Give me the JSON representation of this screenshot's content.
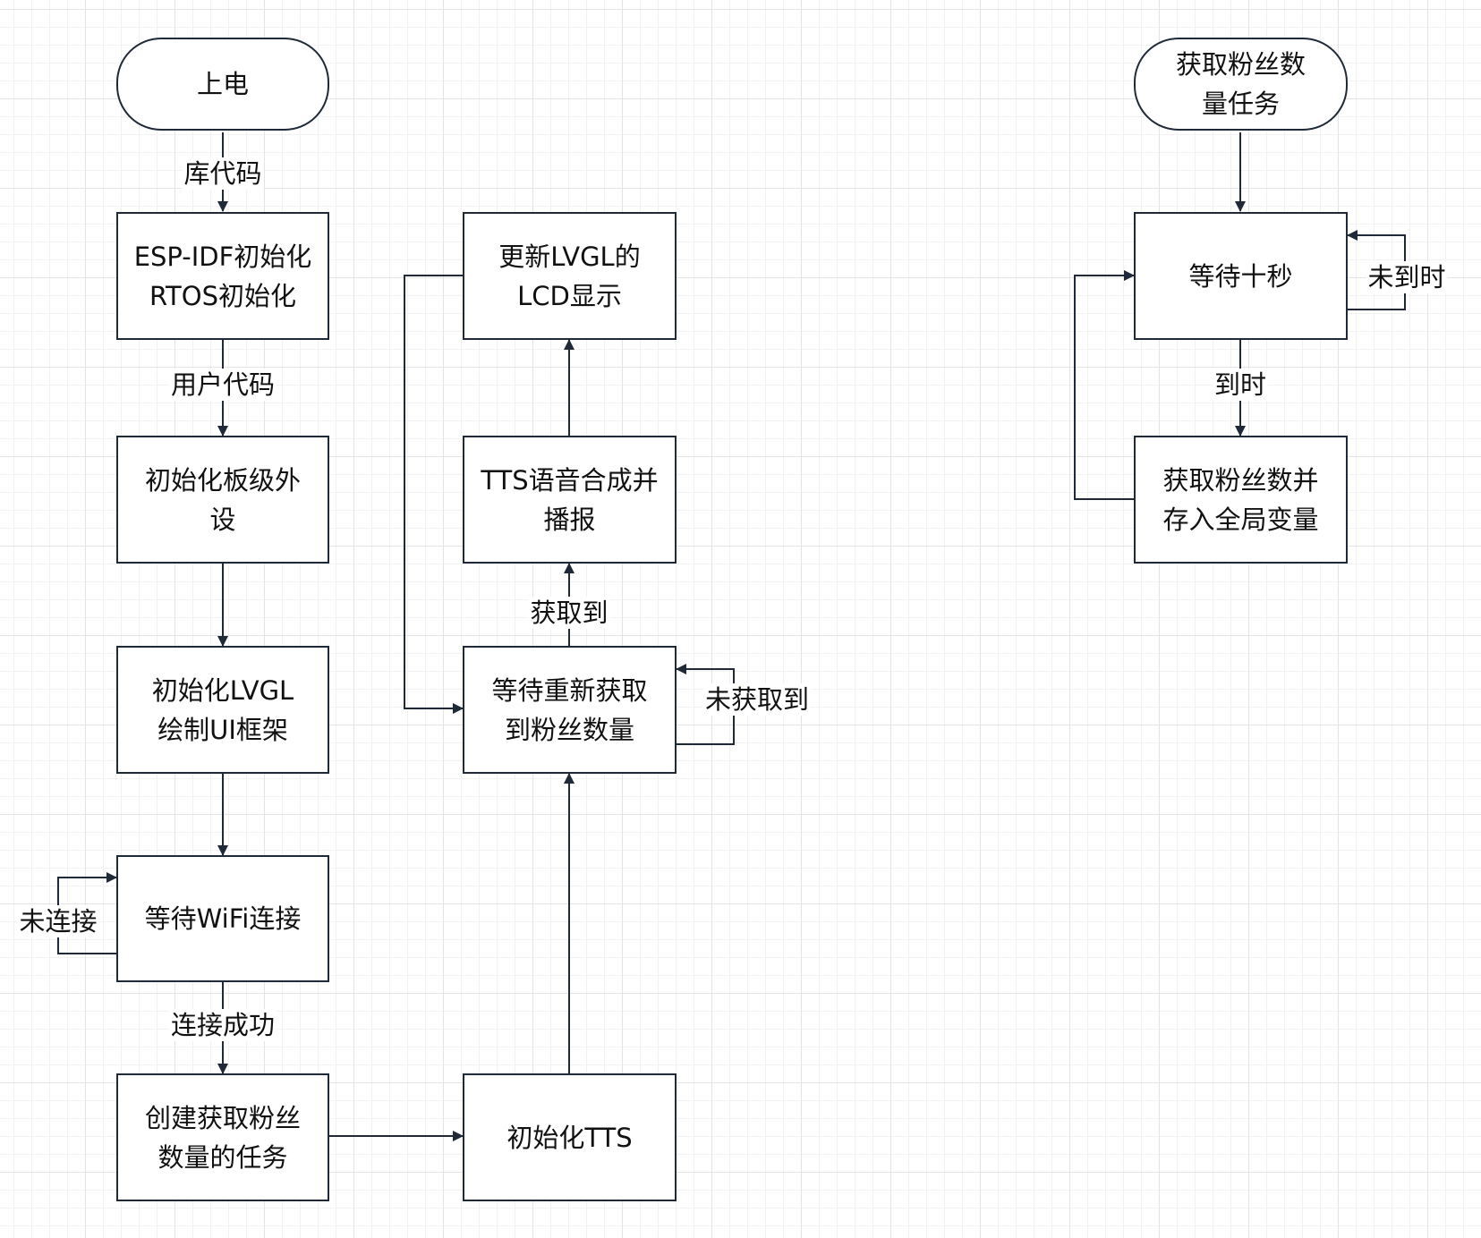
{
  "nodes": {
    "power_on": "上电",
    "esp_init": "ESP-IDF初始化\nRTOS初始化",
    "board_init": "初始化板级外\n设",
    "lvgl_init": "初始化LVGL\n绘制UI框架",
    "wait_wifi": "等待WiFi连接",
    "create_task": "创建获取粉丝\n数量的任务",
    "tts_init": "初始化TTS",
    "wait_fans": "等待重新获取\n到粉丝数量",
    "tts_play": "TTS语音合成并\n播报",
    "update_lcd": "更新LVGL的\nLCD显示",
    "task_start": "获取粉丝数\n量任务",
    "wait_10s": "等待十秒",
    "fetch_store": "获取粉丝数并\n存入全局变量"
  },
  "edge_labels": {
    "lib_code": "库代码",
    "user_code": "用户代码",
    "not_connected": "未连接",
    "connected": "连接成功",
    "got_it": "获取到",
    "not_got": "未获取到",
    "not_time": "未到时",
    "time_up": "到时"
  }
}
